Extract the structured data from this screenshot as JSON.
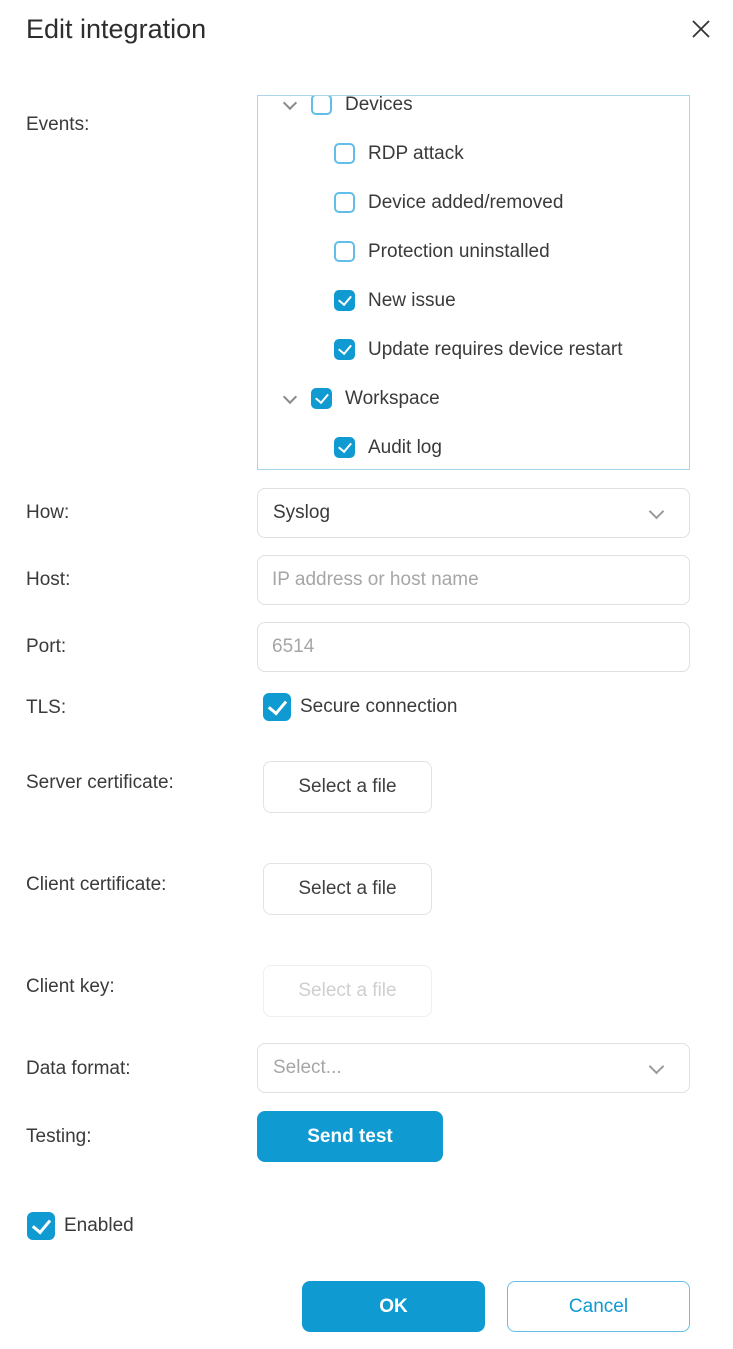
{
  "dialog": {
    "title": "Edit integration"
  },
  "colors": {
    "accent_blue": "#0f9ad2",
    "checkbox_border_blue": "#62bee8",
    "tree_border": "#a9d4ea",
    "input_border": "#e0e0e0",
    "text": "#3a3a3a",
    "placeholder": "#a6a6a6",
    "disabled_text": "#cfcfcf",
    "cancel_border": "#66bfe7"
  },
  "icons": {
    "close": "close-icon",
    "chevron_down": "chevron-down-icon"
  },
  "events": {
    "label": "Events:",
    "tree": [
      {
        "label": "Devices",
        "checked": false,
        "group": true,
        "expanded": true
      },
      {
        "label": "RDP attack",
        "checked": false,
        "group": false
      },
      {
        "label": "Device added/removed",
        "checked": false,
        "group": false
      },
      {
        "label": "Protection uninstalled",
        "checked": false,
        "group": false
      },
      {
        "label": "New issue",
        "checked": true,
        "group": false
      },
      {
        "label": "Update requires device restart",
        "checked": true,
        "group": false
      },
      {
        "label": "Workspace",
        "checked": true,
        "group": true,
        "expanded": true
      },
      {
        "label": "Audit log",
        "checked": true,
        "group": false
      }
    ]
  },
  "fields": {
    "how": {
      "label": "How:",
      "value": "Syslog"
    },
    "host": {
      "label": "Host:",
      "placeholder": "IP address or host name",
      "value": ""
    },
    "port": {
      "label": "Port:",
      "placeholder": "6514",
      "value": ""
    },
    "tls": {
      "label": "TLS:",
      "checkbox_label": "Secure connection",
      "checked": true
    },
    "server_certificate": {
      "label": "Server certificate:",
      "button_label": "Select a file",
      "disabled": false
    },
    "client_certificate": {
      "label": "Client certificate:",
      "button_label": "Select a file",
      "disabled": false
    },
    "client_key": {
      "label": "Client key:",
      "button_label": "Select a file",
      "disabled": true
    },
    "data_format": {
      "label": "Data format:",
      "placeholder": "Select..."
    },
    "testing": {
      "label": "Testing:",
      "button_label": "Send test"
    }
  },
  "enabled": {
    "label": "Enabled",
    "checked": true
  },
  "footer": {
    "ok_label": "OK",
    "cancel_label": "Cancel"
  }
}
